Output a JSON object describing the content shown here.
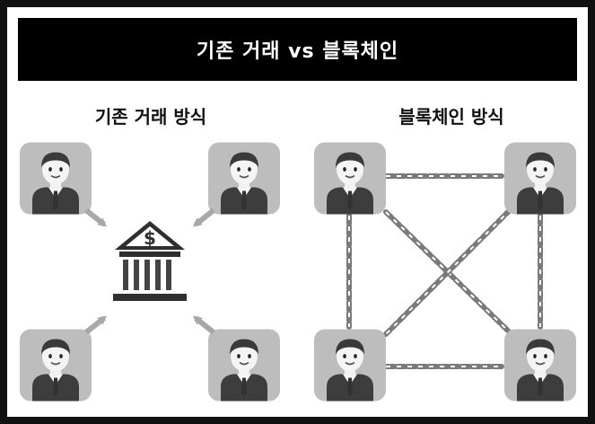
{
  "header": {
    "title": "기존 거래 vs 블록체인"
  },
  "sections": {
    "traditional": {
      "label": "기존 거래 방식"
    },
    "blockchain": {
      "label": "블록체인 방식"
    }
  },
  "bank": {
    "symbol": "$"
  },
  "colors": {
    "banner_bg": "#000000",
    "tile_bg": "#bdbdbd",
    "chain": "#7a7a7a",
    "arrow": "#a8a8a8",
    "bank": "#2f2f2f"
  },
  "icons": {
    "person": "person-icon",
    "bank": "bank-icon",
    "arrow": "arrow-icon",
    "chain": "chain-icon"
  }
}
